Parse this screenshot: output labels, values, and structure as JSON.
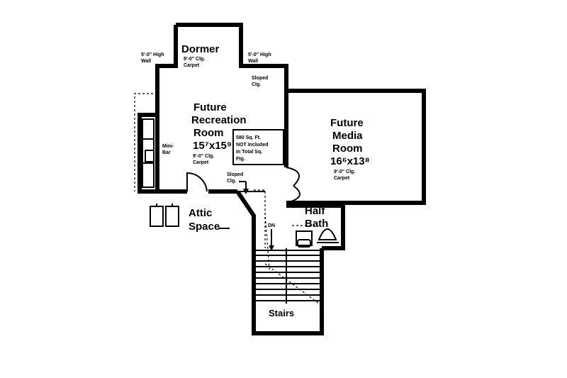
{
  "rooms": {
    "dormer": {
      "name": "Dormer",
      "ceiling": "9'-0\" Clg.",
      "floor": "Carpet"
    },
    "recreation": {
      "name_line1": "Future",
      "name_line2": "Recreation",
      "name_line3": "Room",
      "dimensions": "15⁷x15⁹",
      "ceiling": "9'-0\" Clg.",
      "floor": "Carpet"
    },
    "media": {
      "name_line1": "Future",
      "name_line2": "Media",
      "name_line3": "Room",
      "dimensions": "16⁶x13⁸",
      "ceiling": "9'-0\" Clg.",
      "floor": "Carpet"
    },
    "attic": {
      "line1": "Attic",
      "line2": "Space"
    },
    "half_bath": {
      "line1": "Half",
      "line2": "Bath"
    },
    "stairs": {
      "name": "Stairs"
    }
  },
  "notes": {
    "high_wall_left": {
      "line1": "5'-0\" High",
      "line2": "Wall"
    },
    "high_wall_right": {
      "line1": "5'-0\" High",
      "line2": "Wall"
    },
    "sloped_top": {
      "line1": "Sloped",
      "line2": "Clg."
    },
    "sloped_mid": {
      "line1": "Sloped",
      "line2": "Clg."
    },
    "area_note": {
      "line1": "580 Sq. Ft.",
      "line2": "NOT Included",
      "line3": "In Total Sq.",
      "line4": "Ftg."
    },
    "mini_bar": {
      "line1": "Mini-",
      "line2": "Bar"
    },
    "dn": "DN"
  }
}
